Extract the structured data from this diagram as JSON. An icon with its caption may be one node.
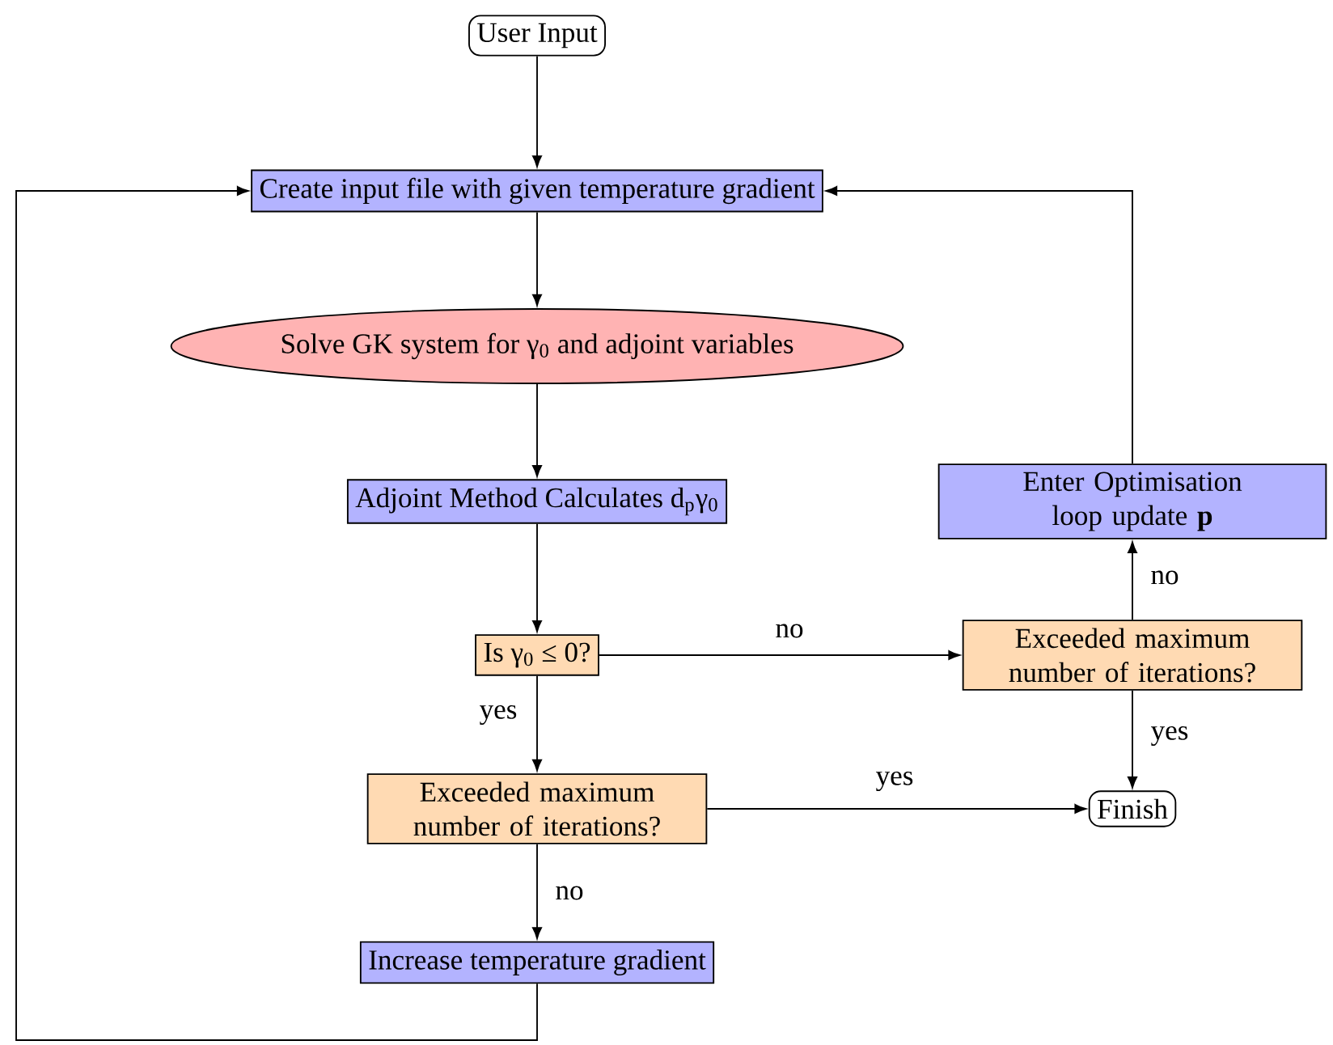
{
  "diagram": {
    "nodes": [
      {
        "text": [
          "User Input"
        ]
      },
      {
        "text": [
          "Create input file with given temperature gradient"
        ]
      },
      {
        "text": [
          "Solve GK system for γ$_{0}$ and adjoint variables"
        ]
      },
      {
        "text": [
          "Adjoint Method Calculates d$_{p}$γ$_{0}$"
        ]
      },
      {
        "text": [
          "Is γ$_{0}$ ≤ 0?"
        ]
      },
      {
        "text": [
          "Exceeded maximum number of iterations?"
        ]
      },
      {
        "text": [
          "Increase temperature gradient"
        ]
      },
      {
        "text": [
          "Exceeded maximum number of iterations?"
        ]
      },
      {
        "text": [
          "Enter Optimisation loop update **p**"
        ]
      },
      {
        "text": [
          "Finish"
        ]
      }
    ],
    "edges": [
      {
        "from": 0,
        "to": 1,
        "arrow": "to"
      },
      {
        "from": 1,
        "to": 2,
        "arrow": "to"
      },
      {
        "from": 2,
        "to": 3,
        "arrow": "to"
      },
      {
        "from": 3,
        "to": 4,
        "arrow": "to"
      },
      {
        "from": 4,
        "to": 7,
        "arrow": "to",
        "label": "no"
      },
      {
        "from": 4,
        "to": 5,
        "arrow": "to",
        "label": "yes"
      },
      {
        "from": 5,
        "to": 9,
        "arrow": "to",
        "label": "yes"
      },
      {
        "from": 5,
        "to": 6,
        "arrow": "to",
        "label": "no"
      },
      {
        "from": 7,
        "to": 8,
        "arrow": "to",
        "label": "no"
      },
      {
        "from": 7,
        "to": 9,
        "arrow": "to",
        "label": "yes"
      },
      {
        "from": 8,
        "to": 1,
        "arrow": "to"
      },
      {
        "from": 6,
        "to": 1,
        "arrow": "to"
      }
    ]
  }
}
